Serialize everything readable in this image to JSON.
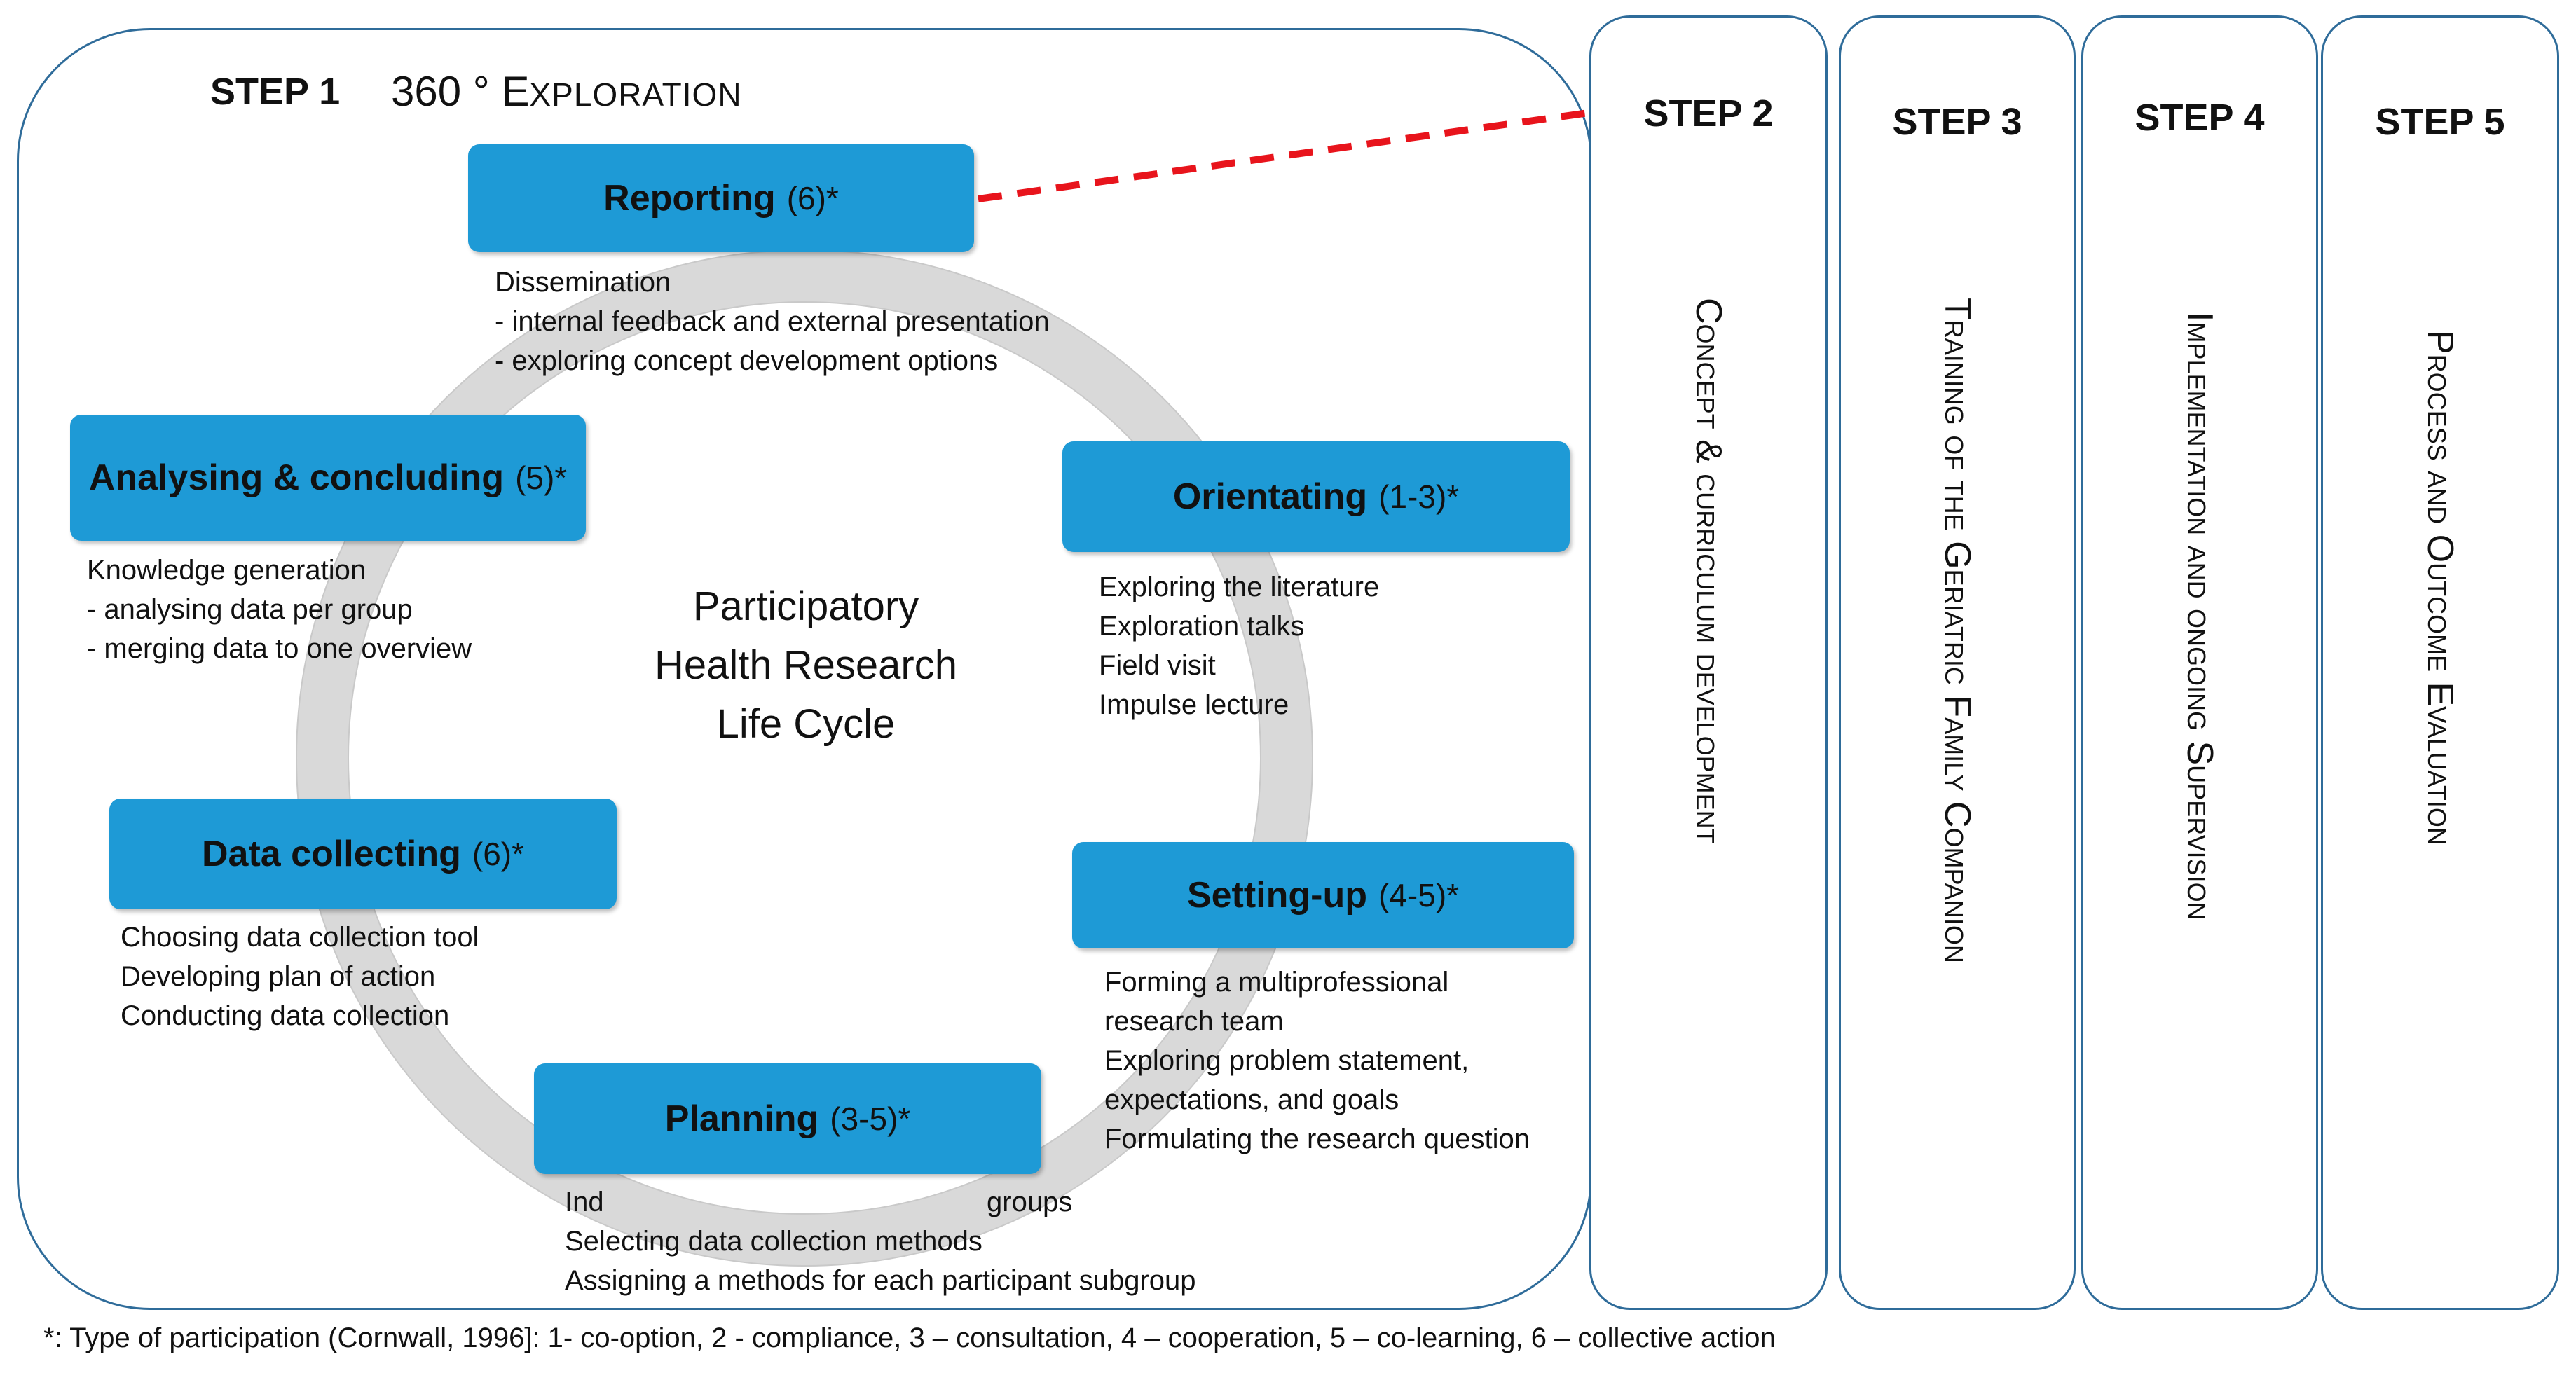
{
  "step1": {
    "title": "STEP 1",
    "subtitle_prefix": "360 ° E",
    "subtitle_rest": "XPLORATION",
    "center_title": [
      "Participatory",
      "Health Research",
      "Life Cycle"
    ]
  },
  "phases": {
    "reporting": {
      "name": "Reporting",
      "type": "(6)*",
      "desc": [
        "Dissemination",
        "- internal feedback and external presentation",
        "- exploring concept development options"
      ]
    },
    "orientating": {
      "name": "Orientating",
      "type": "(1-3)*",
      "desc": [
        "Exploring the literature",
        "Exploration talks",
        "Field visit",
        "Impulse lecture"
      ]
    },
    "setting_up": {
      "name": "Setting-up",
      "type": "(4-5)*",
      "desc": [
        "Forming a multiprofessional",
        "research team",
        "Exploring problem statement,",
        "expectations, and goals",
        "Formulating the research question"
      ]
    },
    "planning": {
      "name": "Planning",
      "type": "(3-5)*",
      "desc": [
        "Ind",
        "groups",
        "Selecting data collection methods",
        "Assigning a methods for each participant subgroup"
      ]
    },
    "data_collecting": {
      "name": "Data collecting",
      "type": "(6)*",
      "desc": [
        "Choosing data collection tool",
        "Developing plan of action",
        "Conducting data collection"
      ]
    },
    "analysing": {
      "name": "Analysing & concluding",
      "type": "(5)*",
      "desc": [
        "Knowledge generation",
        "- analysing data per group",
        "- merging data to one overview"
      ]
    }
  },
  "steps": [
    {
      "label": "STEP 2",
      "title": "Concept & curriculum development"
    },
    {
      "label": "STEP 3",
      "title": "Training of the Geriatric Family Companion"
    },
    {
      "label": "STEP 4",
      "title": "Implementation and ongoing  Supervision"
    },
    {
      "label": "STEP 5",
      "title": "Process and Outcome Evaluation"
    }
  ],
  "footnote": "*: Type of participation (Cornwall, 1996]: 1- co-option,  2 - compliance, 3 – consultation, 4 – cooperation, 5 – co-learning, 6 – collective action",
  "colors": {
    "box": "#1e9ad6",
    "border": "#2f6c9a",
    "cycle": "#d9d9d9",
    "arrow": "#e8141c"
  }
}
